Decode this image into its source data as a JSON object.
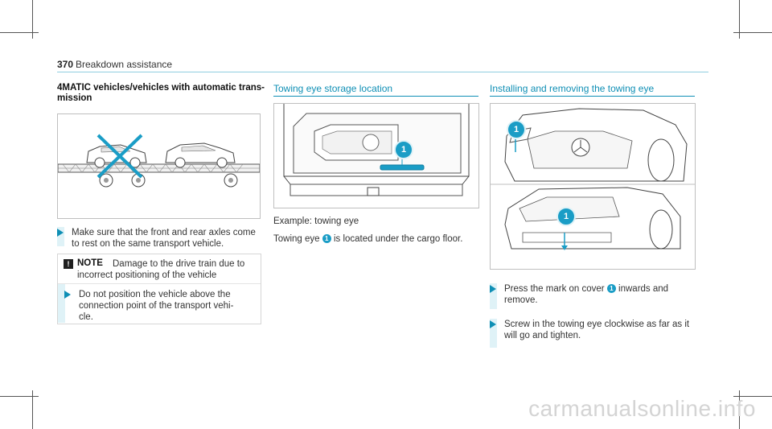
{
  "header": {
    "page_number": "370",
    "section_title": "Breakdown assistance"
  },
  "column1": {
    "heading_line1": "4MATIC vehicles/vehicles with automatic trans-",
    "heading_line2": "mission",
    "step1_line1": "Make sure that the front and rear axles come",
    "step1_line2": "to rest on the same transport vehicle.",
    "note": {
      "icon": "!",
      "title": "NOTE",
      "line1": "Damage to the drive train due to",
      "line2": "incorrect positioning of the vehicle"
    },
    "step2_line1": "Do not position the vehicle above the",
    "step2_line2": "connection point of the transport vehi-",
    "step2_line3": "cle."
  },
  "column2": {
    "heading": "Towing eye storage location",
    "callout": "1",
    "example": "Example: towing eye",
    "text_before": "Towing eye",
    "badge": "1",
    "text_after": "is located under the cargo floor."
  },
  "column3": {
    "heading": "Installing and removing the towing eye",
    "callout_top": "1",
    "callout_bottom": "1",
    "step1_before": "Press the mark on cover",
    "step1_badge": "1",
    "step1_after": "inwards and",
    "step1_line2": "remove.",
    "step2_line1": "Screw in the towing eye clockwise as far as it",
    "step2_line2": "will go and tighten."
  },
  "watermark": "carmanualsonline.info"
}
